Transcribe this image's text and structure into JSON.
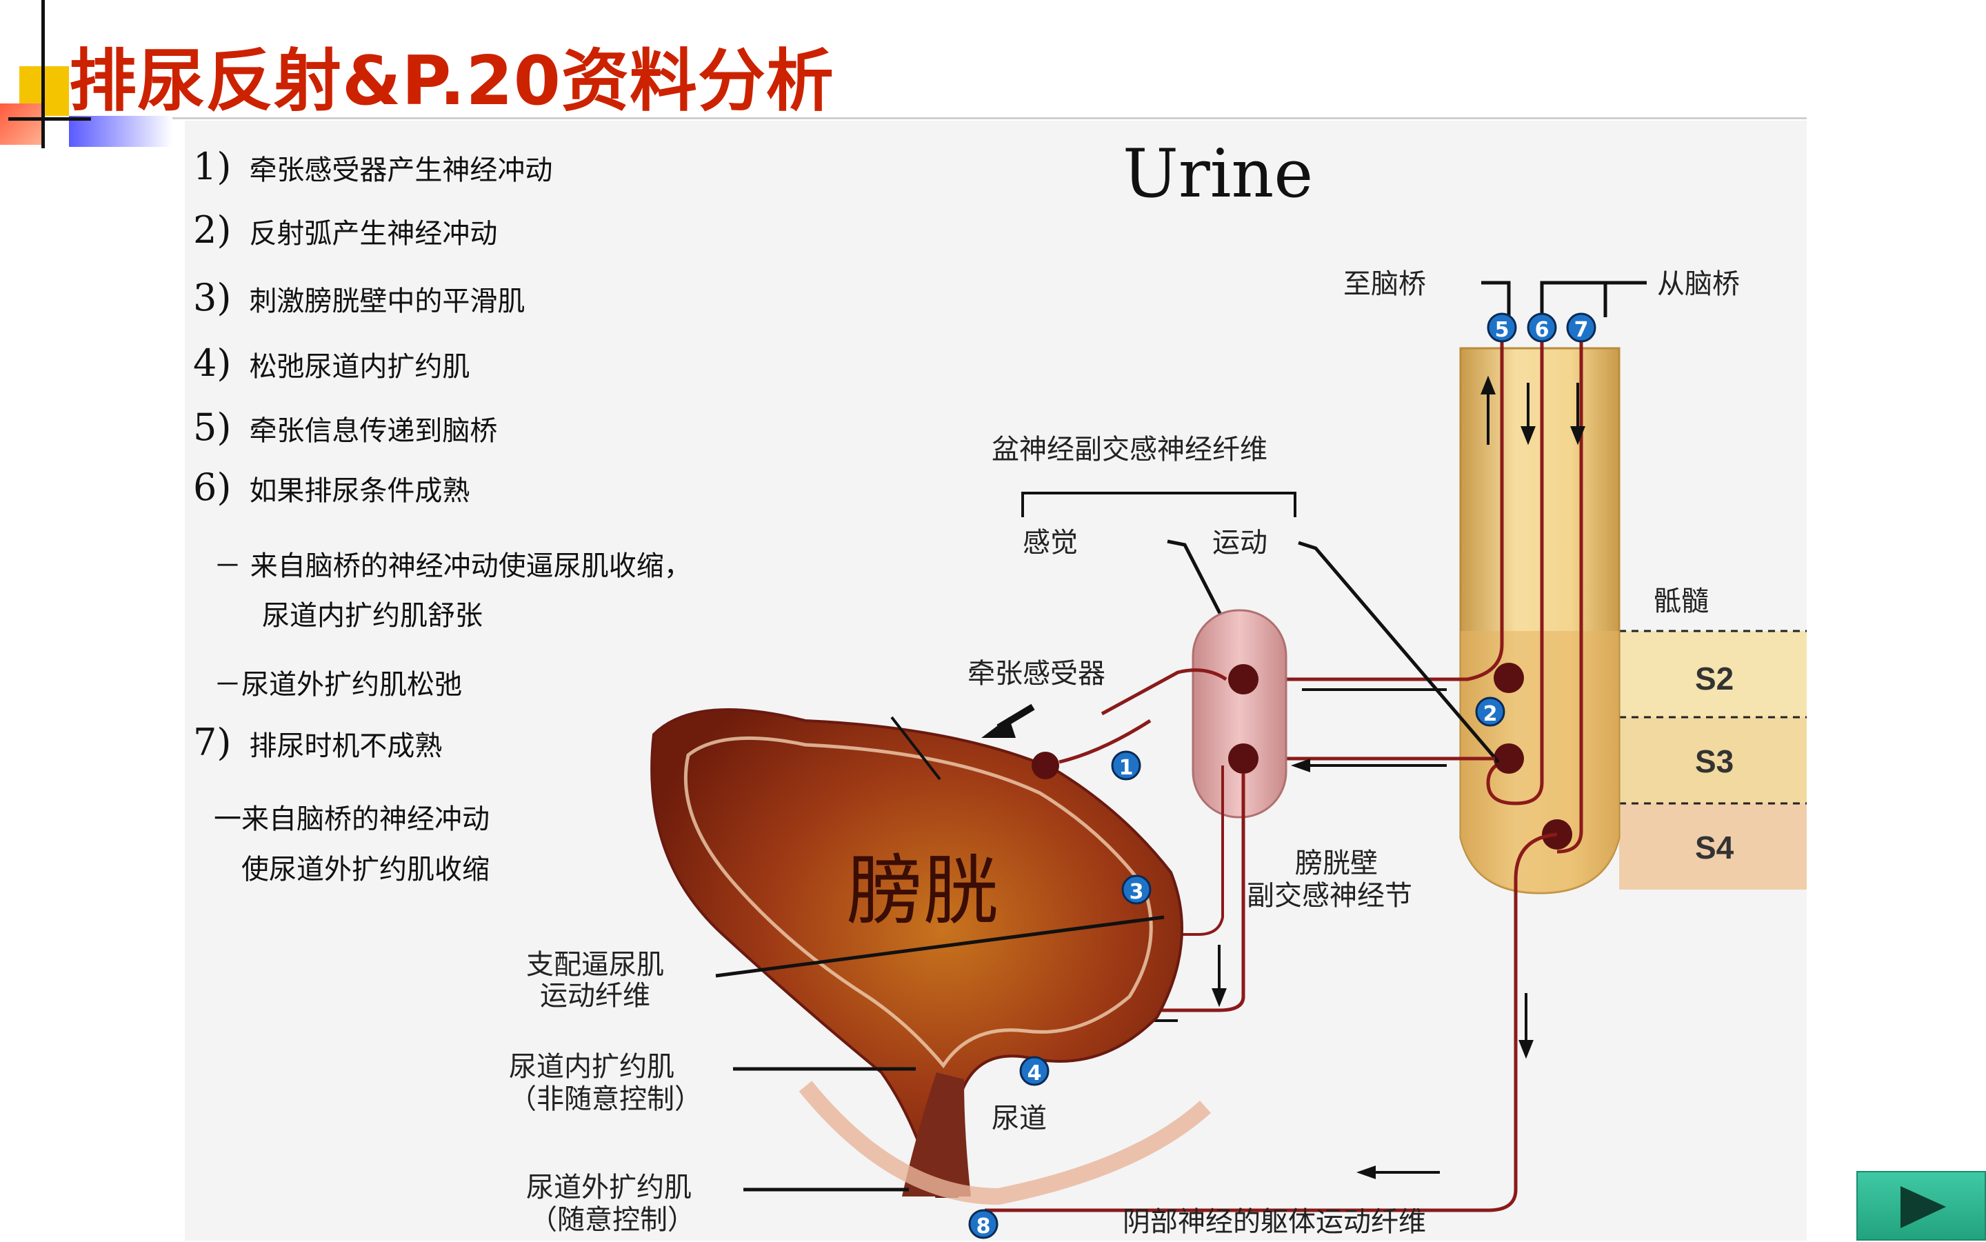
{
  "slide": {
    "title": "排尿反射&P.20资料分析"
  },
  "steps": [
    {
      "num": "1)",
      "text": "牵张感受器产生神经冲动"
    },
    {
      "num": "2)",
      "text": "反射弧产生神经冲动"
    },
    {
      "num": "3)",
      "text": "刺激膀胱壁中的平滑肌"
    },
    {
      "num": "4)",
      "text": "松弛尿道内扩约肌"
    },
    {
      "num": "5)",
      "text": "牵张信息传递到脑桥"
    },
    {
      "num": "6)",
      "text": "如果排尿条件成熟"
    },
    {
      "num": "",
      "text": "－  来自脑桥的神经冲动使逼尿肌收缩，"
    },
    {
      "num": "",
      "text": "尿道内扩约肌舒张"
    },
    {
      "num": "",
      "text": "－尿道外扩约肌松弛"
    },
    {
      "num": "7)",
      "text": "排尿时机不成熟"
    },
    {
      "num": "",
      "text": "一来自脑桥的神经冲动"
    },
    {
      "num": "",
      "text": "使尿道外扩约肌收缩"
    }
  ],
  "diagram": {
    "heading": "Urine",
    "labels": {
      "to_pons": "至脑桥",
      "from_pons": "从脑桥",
      "pelvic_nerve": "盆神经副交感神经纤维",
      "sensory": "感觉",
      "motor": "运动",
      "sacral_cord": "骶髓",
      "seg_s2": "S2",
      "seg_s3": "S3",
      "seg_s4": "S4",
      "stretch_receptor": "牵张感受器",
      "bladder": "膀胱",
      "ganglion_line1": "膀胱壁",
      "ganglion_line2": "副交感神经节",
      "detrusor_line1": "支配逼尿肌",
      "detrusor_line2": "运动纤维",
      "internal_sph_line1": "尿道内扩约肌",
      "internal_sph_line2": "（非随意控制）",
      "urethra": "尿道",
      "external_sph_line1": "尿道外扩约肌",
      "external_sph_line2": "（随意控制）",
      "pudendal": "阴部神经的躯体运动纤维"
    },
    "markers": [
      "1",
      "2",
      "3",
      "4",
      "5",
      "6",
      "7",
      "8"
    ],
    "colors": {
      "nerve": "#8b1a1a",
      "marker": "#1e73c8",
      "bladder": "#a8341c",
      "cord": "#e8c77a"
    }
  },
  "nav": {
    "next_icon": "play-triangle-icon"
  }
}
